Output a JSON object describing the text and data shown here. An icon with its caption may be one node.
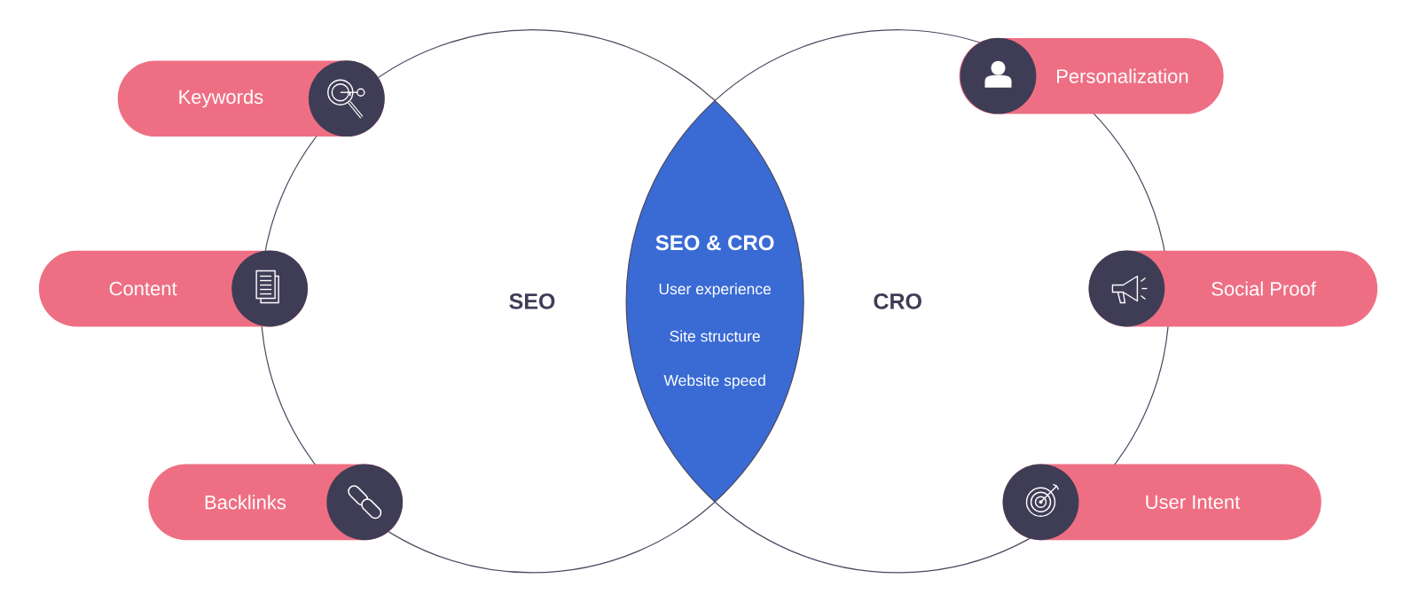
{
  "diagram": {
    "nodes": [
      {
        "text": [
          "SEO"
        ]
      },
      {
        "text": [
          "CRO"
        ]
      },
      {
        "text": [
          "SEO & CRO",
          "User experience",
          "Site structure",
          "Website speed"
        ]
      },
      {
        "text": [
          "Keywords"
        ]
      },
      {
        "text": [
          "Content"
        ]
      },
      {
        "text": [
          "Backlinks"
        ]
      },
      {
        "text": [
          "Personalization"
        ]
      },
      {
        "text": [
          "Social Proof"
        ]
      },
      {
        "text": [
          "User Intent"
        ]
      }
    ]
  }
}
